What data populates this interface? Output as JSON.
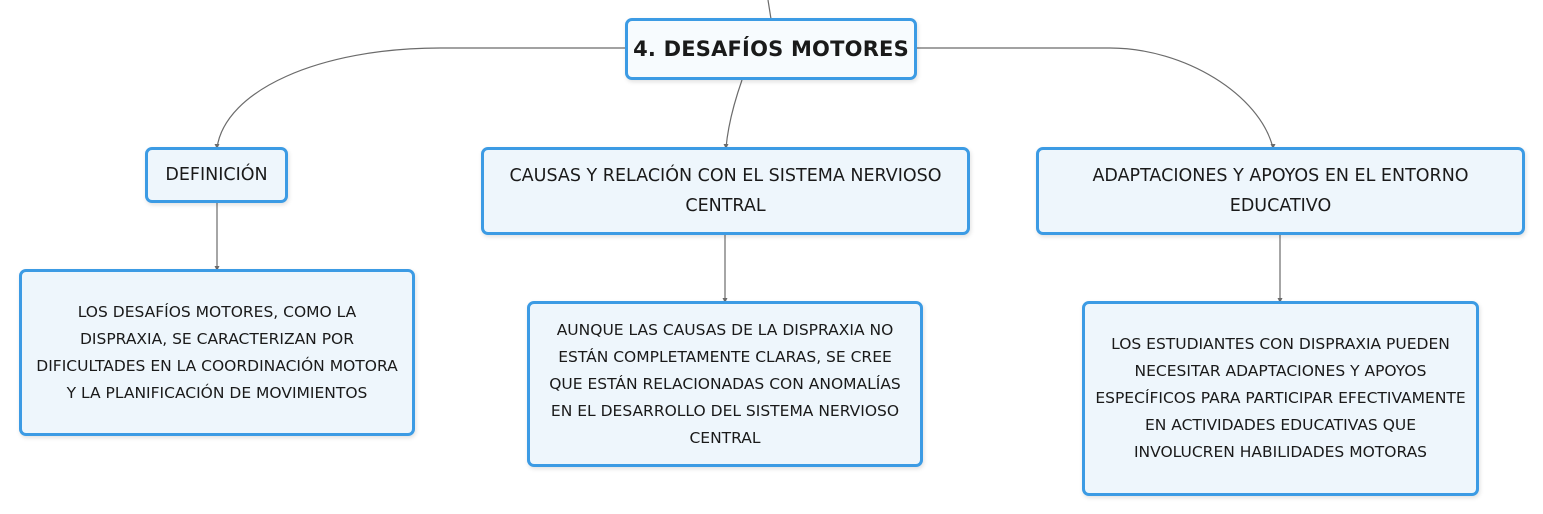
{
  "diagram": {
    "root": {
      "label": "4. DESAFÍOS MOTORES"
    },
    "branches": [
      {
        "title": "DEFINICIÓN",
        "detail": "LOS DESAFÍOS MOTORES, COMO LA DISPRAXIA, SE CARACTERIZAN POR DIFICULTADES EN LA COORDINACIÓN MOTORA Y LA PLANIFICACIÓN DE MOVIMIENTOS"
      },
      {
        "title": "CAUSAS Y RELACIÓN CON EL SISTEMA NERVIOSO CENTRAL",
        "detail": "AUNQUE LAS CAUSAS DE LA DISPRAXIA NO ESTÁN COMPLETAMENTE CLARAS, SE CREE QUE ESTÁN RELACIONADAS CON ANOMALÍAS EN EL DESARROLLO DEL SISTEMA NERVIOSO CENTRAL"
      },
      {
        "title": "ADAPTACIONES Y APOYOS EN EL ENTORNO EDUCATIVO",
        "detail": "LOS ESTUDIANTES CON DISPRAXIA PUEDEN NECESITAR ADAPTACIONES Y APOYOS ESPECÍFICOS PARA PARTICIPAR EFECTIVAMENTE EN ACTIVIDADES EDUCATIVAS QUE INVOLUCREN HABILIDADES MOTORAS"
      }
    ]
  },
  "colors": {
    "border": "#3c9be4",
    "fill": "#eef6fc",
    "line": "#6b6b6b"
  }
}
